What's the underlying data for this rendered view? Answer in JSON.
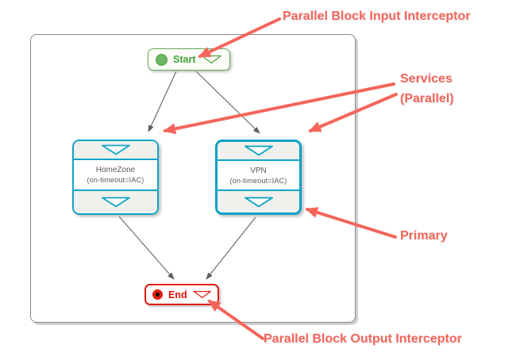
{
  "annotations": {
    "input": {
      "label": "Parallel Block Input Interceptor"
    },
    "services": {
      "line1": "Services",
      "line2": "(Parallel)"
    },
    "primary": {
      "label": "Primary"
    },
    "output": {
      "label": "Parallel Block Output Interceptor"
    }
  },
  "flow": {
    "start": {
      "label": "Start"
    },
    "services": [
      {
        "name": "HomeZone",
        "config": "(on-timeout=IAC)"
      },
      {
        "name": "VPN",
        "config": "(on-timeout=IAC)"
      }
    ],
    "end": {
      "label": "End"
    }
  },
  "colors": {
    "annotation_red": "#f4655b",
    "start_green": "#5fae54",
    "service_cyan": "#0aa0c8",
    "end_red": "#e11d11",
    "connector_gray": "#6e6e6e",
    "section_gray": "#f0f0ec",
    "service_text_gray": "#5a5a5a"
  }
}
